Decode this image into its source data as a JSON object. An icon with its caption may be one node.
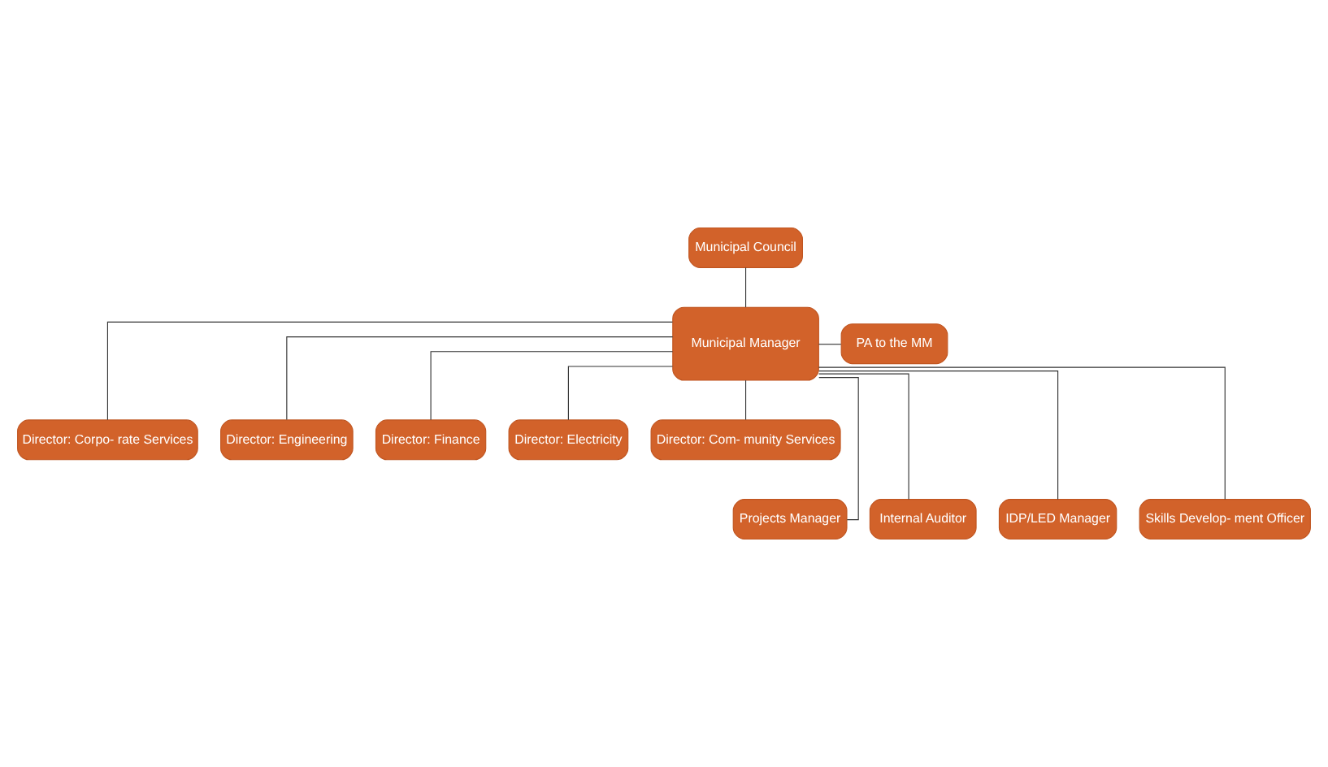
{
  "diagram": {
    "nodes": [
      {
        "text": [
          "Municipal Council"
        ]
      },
      {
        "text": [
          "Municipal Manager"
        ]
      },
      {
        "text": [
          "PA to the MM"
        ]
      },
      {
        "text": [
          "Director: Corpo- rate Services"
        ]
      },
      {
        "text": [
          "Director: Engineering"
        ]
      },
      {
        "text": [
          "Director: Finance"
        ]
      },
      {
        "text": [
          "Director: Electricity"
        ]
      },
      {
        "text": [
          "Director: Com- munity Services"
        ]
      },
      {
        "text": [
          "Projects Manager"
        ]
      },
      {
        "text": [
          "Internal Auditor"
        ]
      },
      {
        "text": [
          "IDP/LED Manager"
        ]
      },
      {
        "text": [
          "Skills Develop- ment Officer"
        ]
      }
    ],
    "edges": [
      {
        "from": 0,
        "to": 1,
        "arrow": "none"
      },
      {
        "from": 1,
        "to": 2,
        "arrow": "none"
      },
      {
        "from": 1,
        "to": 3,
        "arrow": "none"
      },
      {
        "from": 1,
        "to": 4,
        "arrow": "none"
      },
      {
        "from": 1,
        "to": 5,
        "arrow": "none"
      },
      {
        "from": 1,
        "to": 6,
        "arrow": "none"
      },
      {
        "from": 1,
        "to": 7,
        "arrow": "none"
      },
      {
        "from": 1,
        "to": 8,
        "arrow": "none"
      },
      {
        "from": 1,
        "to": 9,
        "arrow": "none"
      },
      {
        "from": 1,
        "to": 10,
        "arrow": "none"
      },
      {
        "from": 1,
        "to": 11,
        "arrow": "none"
      }
    ]
  }
}
